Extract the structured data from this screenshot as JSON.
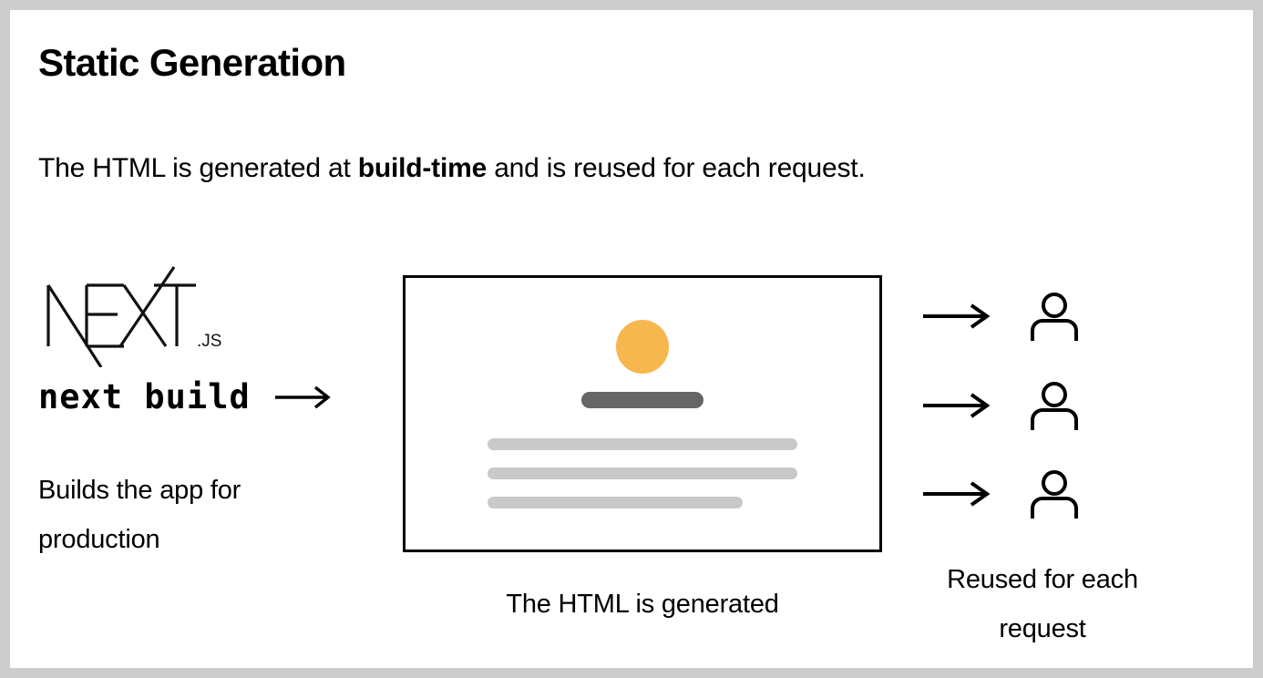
{
  "page": {
    "title": "Static Generation",
    "subtitle_before": "The HTML is generated at ",
    "subtitle_bold": "build-time",
    "subtitle_after": " and is reused for each request."
  },
  "logo": {
    "wordmark": "NEXT",
    "suffix": ".Js",
    "name": "nextjs-logo"
  },
  "left_column": {
    "command": "next build",
    "command_arrow": "arrow-right",
    "description_line_1": "Builds the app for",
    "description_line_2": "production"
  },
  "mockup": {
    "caption": "The HTML is generated",
    "avatar_color": "#F7B74F",
    "title_bar_color": "#666666",
    "text_bar_color": "#C9C9C9",
    "border_color": "#000000"
  },
  "requests": {
    "caption_line_1": "Reused for each",
    "caption_line_2": "request",
    "rows": [
      {
        "arrow": "arrow-right",
        "user": "user-icon"
      },
      {
        "arrow": "arrow-right",
        "user": "user-icon"
      },
      {
        "arrow": "arrow-right",
        "user": "user-icon"
      }
    ]
  },
  "theme": {
    "page_background": "#CCCCCC",
    "card_background": "#FFFFFF",
    "text_color": "#000000"
  }
}
